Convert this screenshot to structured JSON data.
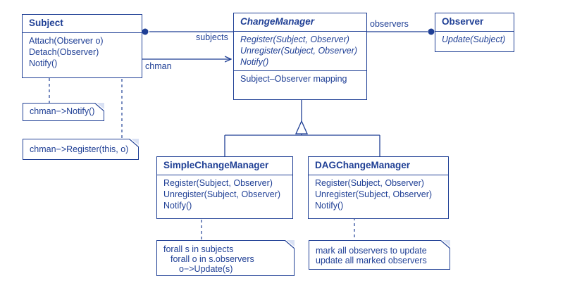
{
  "diagram": {
    "subject": {
      "name": "Subject",
      "operations": [
        "Attach(Observer o)",
        "Detach(Observer)",
        "Notify()"
      ]
    },
    "change_manager": {
      "name": "ChangeManager",
      "operations": [
        "Register(Subject, Observer)",
        "Unregister(Subject, Observer)",
        "Notify()"
      ],
      "attributes": [
        "Subject–Observer mapping"
      ]
    },
    "observer": {
      "name": "Observer",
      "operations": [
        "Update(Subject)"
      ]
    },
    "simple_change_manager": {
      "name": "SimpleChangeManager",
      "operations": [
        "Register(Subject, Observer)",
        "Unregister(Subject, Observer)",
        "Notify()"
      ]
    },
    "dag_change_manager": {
      "name": "DAGChangeManager",
      "operations": [
        "Register(Subject, Observer)",
        "Unregister(Subject, Observer)",
        "Notify()"
      ]
    },
    "associations": {
      "subjects": "subjects",
      "observers": "observers",
      "chman": "chman"
    },
    "notes": {
      "subject_notify": "chman−>Notify()",
      "subject_attach": "chman−>Register(this, o)",
      "simple_notify": [
        "forall s in subjects",
        "forall o in s.observers",
        "o−>Update(s)"
      ],
      "dag_notify": [
        "mark all observers to update",
        "update all marked observers"
      ]
    },
    "colors": {
      "ink": "#1f3f95",
      "background": "#ffffff"
    }
  }
}
